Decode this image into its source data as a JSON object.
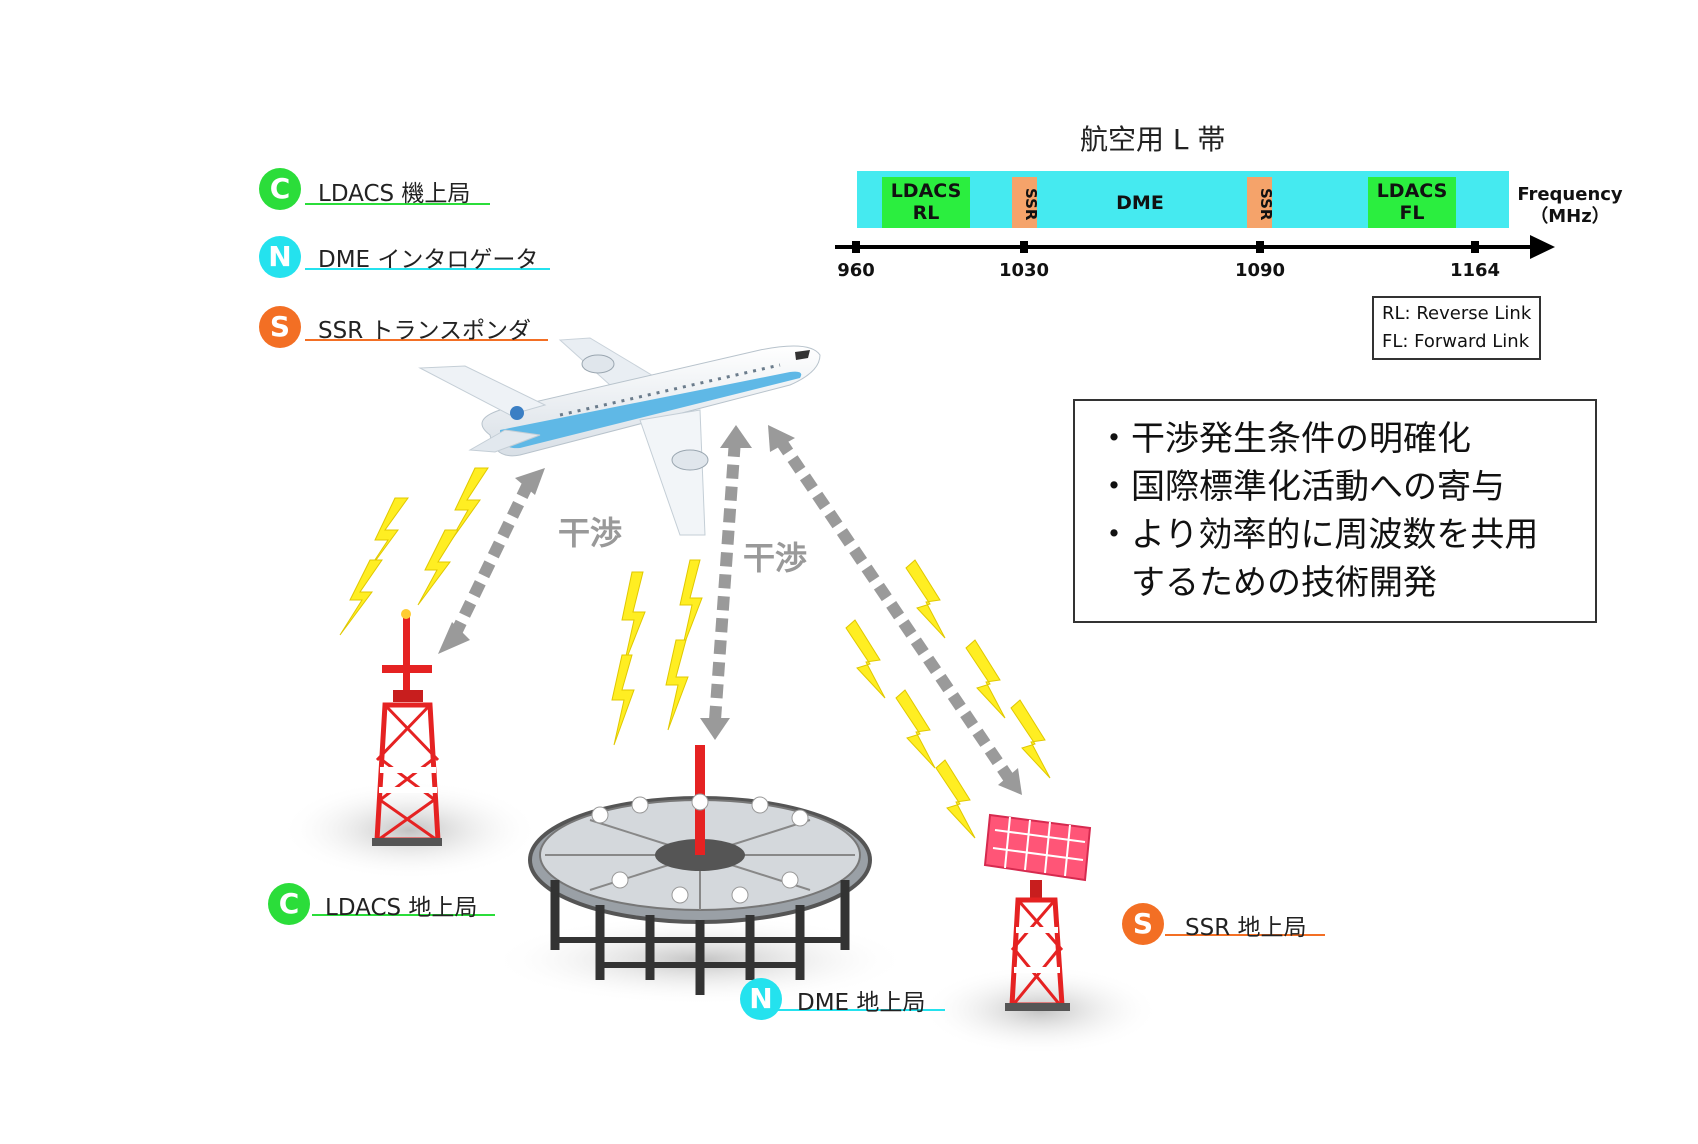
{
  "legend_top": [
    {
      "letter": "C",
      "label": "LDACS 機上局",
      "color": "#2bdd3a"
    },
    {
      "letter": "N",
      "label": "DME インタロゲータ",
      "color": "#24e2ee"
    },
    {
      "letter": "S",
      "label": "SSR トランスポンダ",
      "color": "#f36f24"
    }
  ],
  "band": {
    "title": "航空用 L 帯",
    "axis_label_line1": "Frequency",
    "axis_label_line2": "（MHz）",
    "segments": [
      {
        "line1": "LDACS",
        "line2": "RL"
      },
      {
        "line1": "SSR"
      },
      {
        "line1": "DME"
      },
      {
        "line1": "SSR"
      },
      {
        "line1": "LDACS",
        "line2": "FL"
      }
    ],
    "ticks": [
      "960",
      "1030",
      "1090",
      "1164"
    ]
  },
  "link_legend": [
    "RL: Reverse Link",
    "FL: Forward Link"
  ],
  "bullets": [
    "・干渉発生条件の明確化",
    "・国際標準化活動への寄与",
    "・より効率的に周波数を共用",
    "　するための技術開発"
  ],
  "interference_label": "干渉",
  "ground_stations": [
    {
      "letter": "C",
      "label": "LDACS 地上局",
      "color": "#2bdd3a"
    },
    {
      "letter": "N",
      "label": "DME 地上局",
      "color": "#24e2ee"
    },
    {
      "letter": "S",
      "label": "SSR 地上局",
      "color": "#f36f24"
    }
  ],
  "colors": {
    "band_bg": "#45eaf0",
    "ldacs_seg": "#2bee3f",
    "ssr_seg": "#f5a36a",
    "arrow_gray": "#9a9a9a",
    "lightning": "#ffee22",
    "tower_red": "#e52222"
  }
}
